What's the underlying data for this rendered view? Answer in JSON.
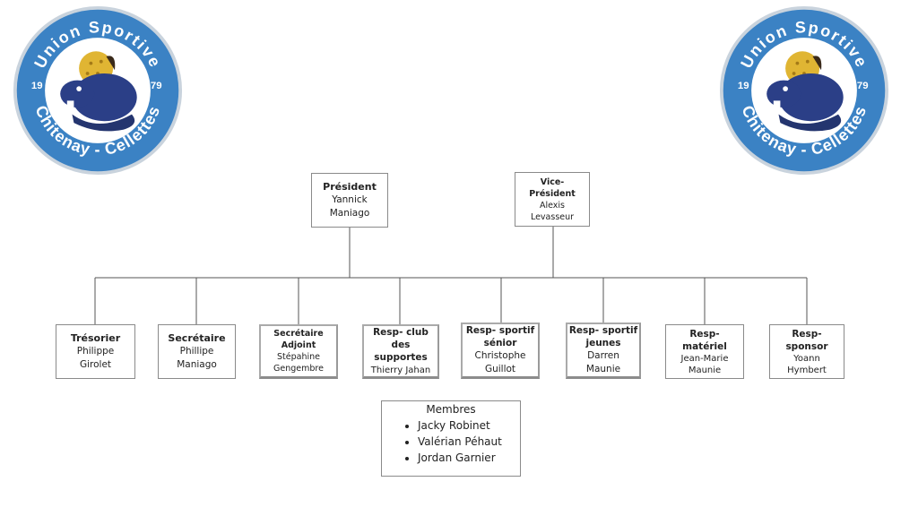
{
  "logo": {
    "top_text": "Union Sportive",
    "bottom_text": "Chitenay - Cellettes",
    "year_left": "19",
    "year_right": "79",
    "colors": {
      "ring_blue": "#3b82c4",
      "inner_blue": "#2b3f87",
      "gold": "#e0b533",
      "ring_border": "#c9d3dd"
    }
  },
  "top": [
    {
      "role": "Président",
      "name_lines": [
        "Yannick",
        "Maniago"
      ]
    },
    {
      "role": "Vice-Président",
      "name_lines": [
        "Alexis",
        "Levasseur"
      ]
    }
  ],
  "members_box": {
    "title": "Membres",
    "items": [
      "Jacky Robinet",
      "Valérian Péhaut",
      "Jordan Garnier"
    ]
  },
  "bottom": [
    {
      "role": "Trésorier",
      "name_lines": [
        "Philippe",
        "Girolet"
      ]
    },
    {
      "role": "Secrétaire",
      "name_lines": [
        "Phillipe",
        "Maniago"
      ]
    },
    {
      "role": "Secrétaire Adjoint",
      "name_lines": [
        "Stépahine",
        "Gengembre"
      ]
    },
    {
      "role": "Resp- club des supportes",
      "name_lines": [
        "Thierry Jahan"
      ]
    },
    {
      "role": "Resp- sportif sénior",
      "name_lines": [
        "Christophe",
        "Guillot"
      ]
    },
    {
      "role": "Resp- sportif jeunes",
      "name_lines": [
        "Darren",
        "Maunie"
      ]
    },
    {
      "role": "Resp- matériel",
      "name_lines": [
        "Jean-Marie",
        "Maunie"
      ]
    },
    {
      "role": "Resp- sponsor",
      "name_lines": [
        "Yoann",
        "Hymbert"
      ]
    }
  ]
}
